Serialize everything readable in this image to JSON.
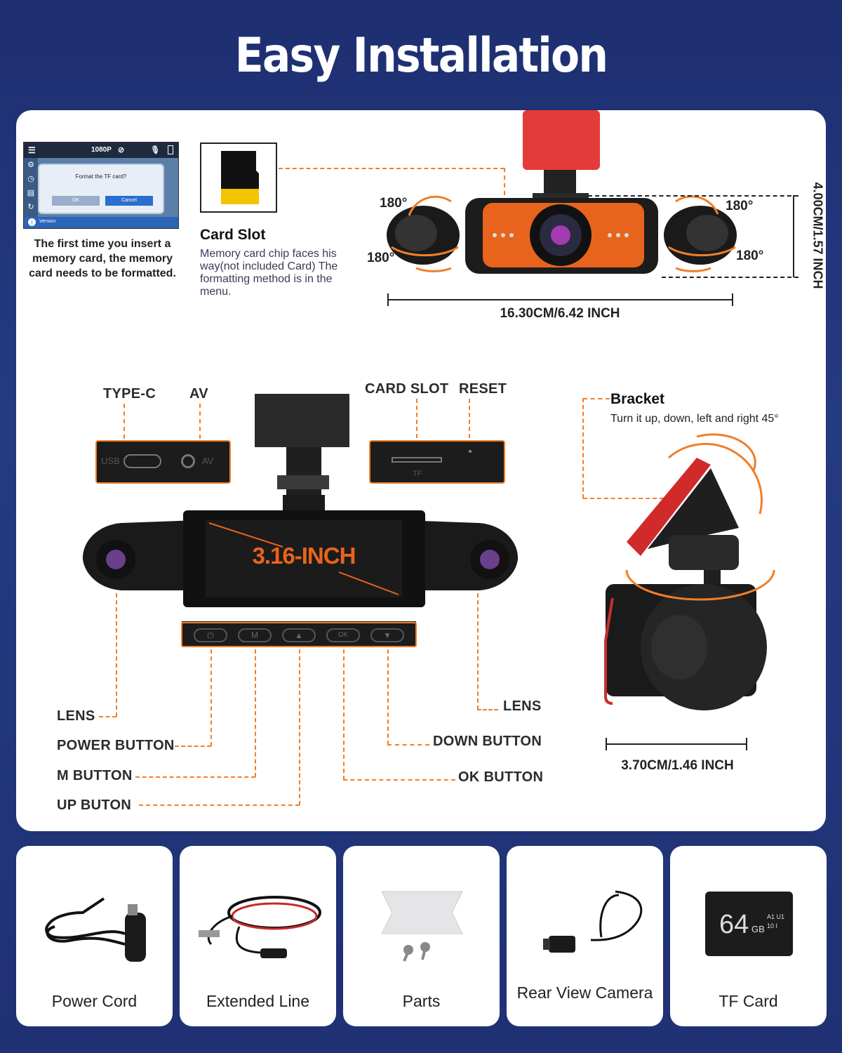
{
  "title": "Easy Installation",
  "format_screen": {
    "resolution": "1080P",
    "prompt": "Format the TF card?",
    "ok": "OK",
    "cancel": "Cancel",
    "footer": "Version",
    "caption": "The first time you insert a memory card, the memory card needs to be formatted."
  },
  "card_slot": {
    "heading": "Card Slot",
    "description": "Memory card chip faces his way(not included Card) The formatting method is in the menu."
  },
  "top_camera": {
    "rotation_labels": [
      "180°",
      "180°",
      "180°",
      "180°"
    ],
    "width_label": "16.30CM/6.42 INCH",
    "height_label": "4.00CM/1.57 INCH"
  },
  "left_port": {
    "type_c": "TYPE-C",
    "av": "AV",
    "usb_mark": "USB",
    "av_mark": "AV"
  },
  "right_port": {
    "card_slot": "CARD SLOT",
    "reset": "RESET",
    "tf_mark": "TF"
  },
  "screen_size": "3.16-INCH",
  "button_marks": [
    "⏻",
    "M",
    "▲",
    "OK",
    "▼"
  ],
  "callouts": {
    "lens_left": "LENS",
    "power": "POWER BUTTON",
    "m": "M BUTTON",
    "up": "UP BUTON",
    "lens_right": "LENS",
    "down": "DOWN BUTTON",
    "ok": "OK BUTTON"
  },
  "bracket": {
    "heading": "Bracket",
    "description": "Turn it up, down, left and right 45°",
    "width_label": "3.70CM/1.46 INCH"
  },
  "accessories": [
    {
      "label": "Power Cord"
    },
    {
      "label": "Extended Line"
    },
    {
      "label": "Parts"
    },
    {
      "label": "Rear View Camera"
    },
    {
      "label": "TF Card",
      "capacity": "64",
      "unit": "GB",
      "class_marks": "A1 U1 10 I"
    }
  ],
  "colors": {
    "background": "#223679",
    "accent": "#f07f2a",
    "camera_body": "#1c1c1c",
    "orange_body": "#e8641c"
  }
}
